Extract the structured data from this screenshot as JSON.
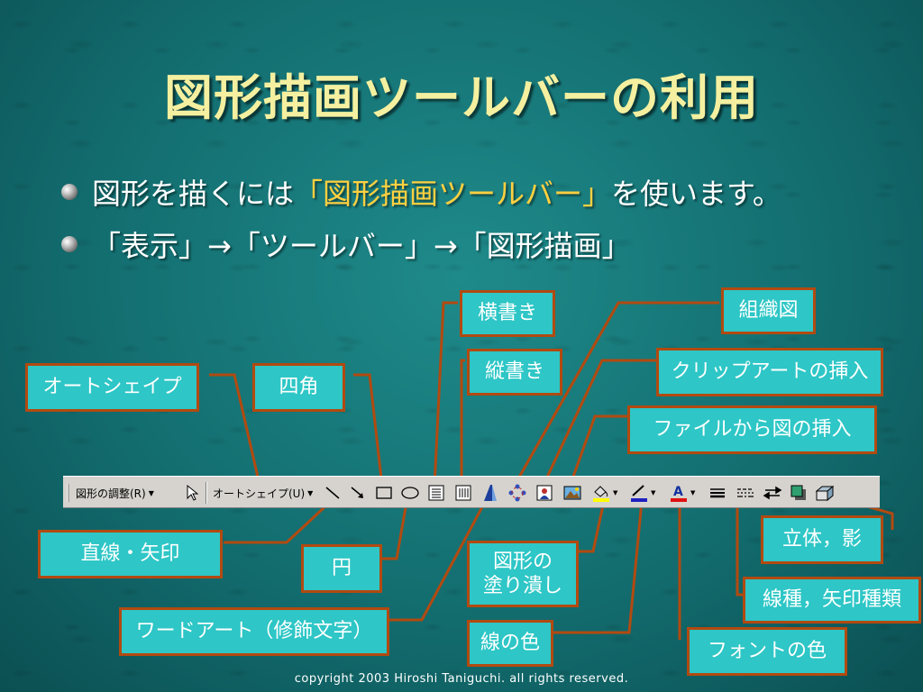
{
  "slide": {
    "title": "図形描画ツールバーの利用",
    "bullets": [
      {
        "pre": "図形を描くには",
        "highlight": "「図形描画ツールバー」",
        "post": "を使います。"
      },
      {
        "pre": "「表示」→「ツールバー」→「図形描画」",
        "highlight": "",
        "post": ""
      }
    ],
    "footer": "copyright 2003 Hiroshi Taniguchi. all rights reserved."
  },
  "toolbar": {
    "draw_menu": "図形の調整(R)",
    "autoshape_menu": "オートシェイプ(U)",
    "tools": [
      "select-arrow-icon",
      "line-icon",
      "arrow-icon",
      "rectangle-icon",
      "oval-icon",
      "horizontal-textbox-icon",
      "vertical-textbox-icon",
      "wordart-icon",
      "diagram-icon",
      "clipart-icon",
      "picture-icon",
      "fill-color-icon",
      "line-color-icon",
      "font-color-icon",
      "line-style-icon",
      "dash-style-icon",
      "arrow-style-icon",
      "shadow-icon",
      "3d-icon"
    ]
  },
  "callouts": {
    "autoshape": "オートシェイプ",
    "rectangle": "四角",
    "horizontal_text": "横書き",
    "vertical_text": "縦書き",
    "org_chart": "組織図",
    "clipart": "クリップアートの挿入",
    "picture": "ファイルから図の挿入",
    "line_arrow": "直線・矢印",
    "oval": "円",
    "fill": "図形の\n塗り潰し",
    "wordart": "ワードアート（修飾文字）",
    "line_color": "線の色",
    "font_color": "フォントの色",
    "line_type": "線種，矢印種類",
    "shadow_3d": "立体，影"
  },
  "colors": {
    "title": "#f4f0a0",
    "highlight": "#ffd040",
    "callout_fill": "#2ec6c6",
    "callout_border": "#b24a10",
    "leader_line": "#b24a10"
  }
}
